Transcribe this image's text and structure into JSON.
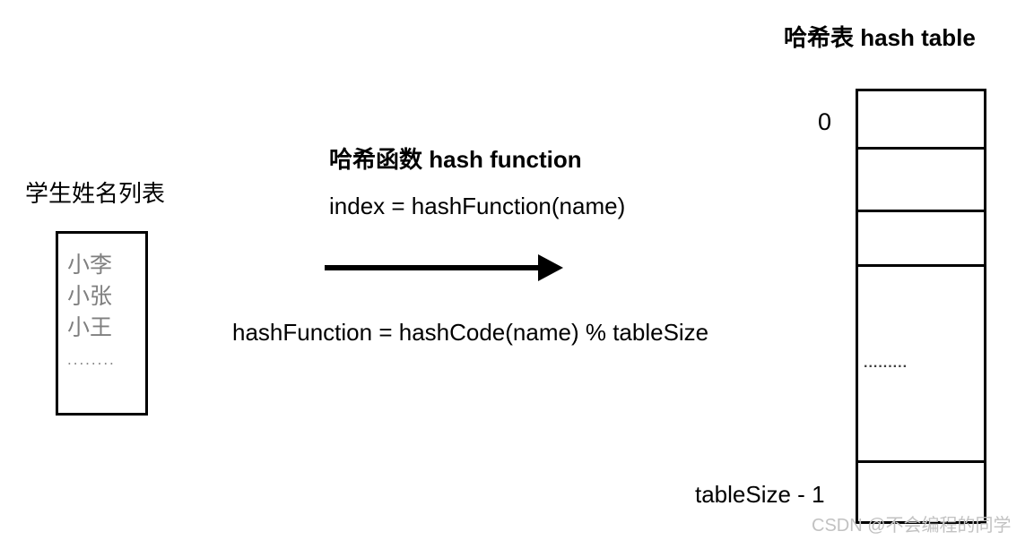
{
  "diagram": {
    "hash_table_title": "哈希表 hash table",
    "student_list": {
      "label": "学生姓名列表",
      "names": [
        "小李",
        "小张",
        "小王"
      ],
      "ellipsis": "........"
    },
    "hash_function": {
      "title": "哈希函数 hash function",
      "index_formula": "index = hashFunction(name)",
      "definition_formula": "hashFunction = hashCode(name) % tableSize"
    },
    "table": {
      "first_index_label": "0",
      "last_index_label": "tableSize - 1",
      "ellipsis_cell": "........."
    },
    "watermark": "CSDN @不会编程的同学",
    "colors": {
      "text": "#000000",
      "muted_names": "#7f7f7f",
      "cell_dots": "#3d3d3d",
      "watermark": "#c2c2c2",
      "line": "#000000",
      "background": "#ffffff"
    }
  }
}
